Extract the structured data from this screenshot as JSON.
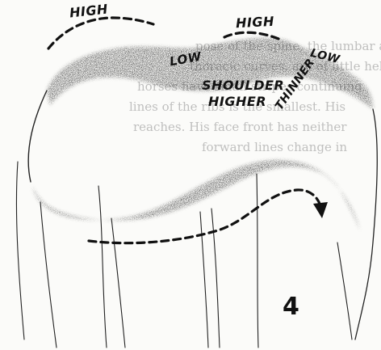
{
  "figure": {
    "number": "4",
    "labels": {
      "high_left": "HIGH",
      "high_right": "HIGH",
      "low_middle": "LOW",
      "low_right": "LOW",
      "shoulder": "SHOULDER",
      "higher": "HIGHER",
      "thinner": "THINNER"
    },
    "background_text_lines": [
      "pose of the spine, the lumbar and",
      "thoracic curves, are of little help",
      "horses have small stripes continuing",
      "lines of the ribs is the smallest. His",
      "reaches. His face front has neither",
      "forward lines change in"
    ]
  }
}
